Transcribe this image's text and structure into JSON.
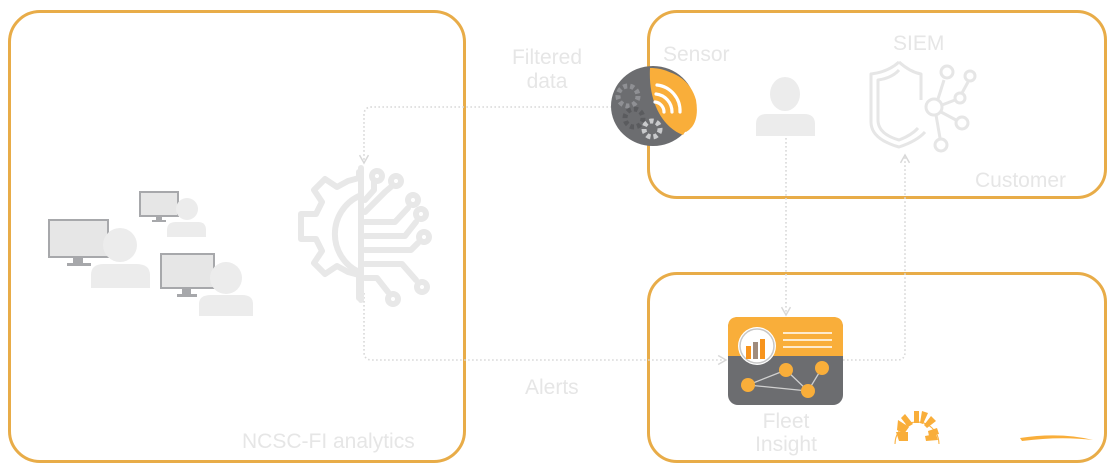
{
  "diagram": {
    "colors": {
      "accent": "#e8ac48",
      "accent_fill": "#f9ae3a",
      "dark_gray": "#6c6d70",
      "icon_gray": "#e8e8e8",
      "label_gray": "#e6e6e6",
      "connector": "#d8d8d8"
    },
    "boxes": {
      "analytics": {
        "label": "NCSC-FI analytics"
      },
      "customer": {
        "label": "Customer"
      },
      "fleet": {
        "label_line1": "Fleet",
        "label_line2": "Insight"
      }
    },
    "nodes": {
      "sensor": {
        "label": "Sensor",
        "icon": "sensor-gear-wifi-icon"
      },
      "siem": {
        "label": "SIEM",
        "icon": "shield-network-icon"
      },
      "customer_user": {
        "icon": "user-icon"
      },
      "analytics_engine": {
        "icon": "gear-circuit-icon"
      },
      "analysts": {
        "icon": "analyst-workstation-icon",
        "count": 3
      },
      "fleet_dashboard": {
        "icon": "dashboard-icon"
      },
      "brand_logo": {
        "icon": "sunburst-logo-icon"
      }
    },
    "edges": [
      {
        "from": "sensor",
        "to": "analytics_engine",
        "label_line1": "Filtered",
        "label_line2": "data"
      },
      {
        "from": "analytics_engine",
        "to": "fleet_dashboard",
        "label": "Alerts"
      },
      {
        "from": "customer_user",
        "to": "fleet_dashboard"
      },
      {
        "from": "fleet_dashboard",
        "to": "siem"
      }
    ]
  }
}
